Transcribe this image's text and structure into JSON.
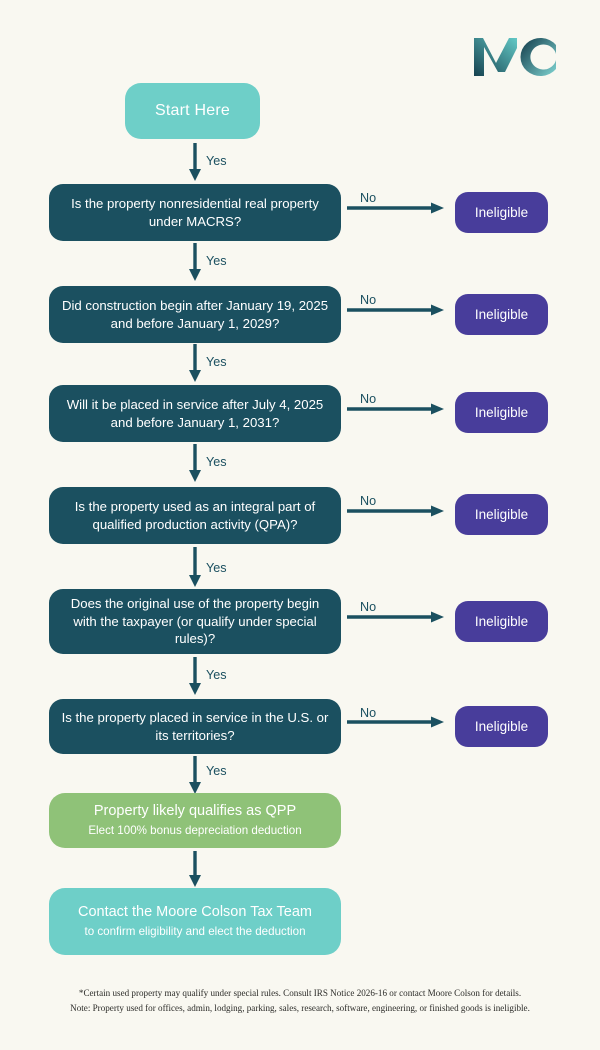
{
  "brand": {
    "logo_text": "MC",
    "logo_icon": "mc-monogram-logo",
    "colors": {
      "background": "#f9f8f1",
      "dark_teal": "#1b5060",
      "light_teal": "#6ecfc8",
      "purple": "#483d9b",
      "green": "#8fc278"
    }
  },
  "start": {
    "label": "Start Here"
  },
  "edge_labels": {
    "yes": "Yes",
    "no": "No"
  },
  "ineligible_label": "Ineligible",
  "decisions": [
    {
      "id": "macrs",
      "text": "Is the property nonresidential real property under MACRS?"
    },
    {
      "id": "construction",
      "text": "Did construction begin after January 19, 2025 and before January 1, 2029?"
    },
    {
      "id": "service-date",
      "text": "Will it be placed in service after July 4, 2025 and before January 1, 2031?"
    },
    {
      "id": "qpa",
      "text": "Is the property used as an integral part of qualified production  activity (QPA)?"
    },
    {
      "id": "original-use",
      "text": "Does the original use of the property begin with the taxpayer (or qualify under special rules)?"
    },
    {
      "id": "us-located",
      "text": "Is the property placed in service in the U.S. or its territories?"
    }
  ],
  "outcome": {
    "main": "Property likely qualifies as QPP",
    "sub": "Elect 100% bonus depreciation deduction"
  },
  "cta": {
    "main": "Contact the Moore Colson Tax Team",
    "sub": "to confirm eligibility and elect the deduction"
  },
  "footer": {
    "line1": "*Certain used property may qualify under special rules. Consult IRS Notice 2026-16 or contact Moore Colson for details.",
    "line2": "Note: Property used for offices, admin, lodging, parking, sales, research, software, engineering, or finished goods is ineligible."
  }
}
